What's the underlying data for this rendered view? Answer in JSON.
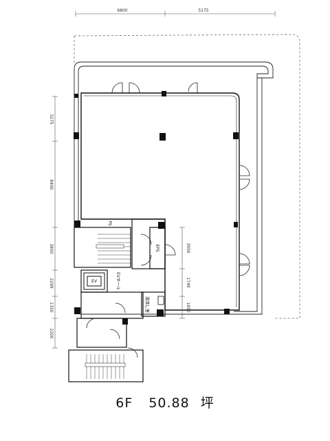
{
  "dimensions": {
    "top": [
      "6800",
      "5175"
    ],
    "left": [
      "3275",
      "8400",
      "3850",
      "2299",
      "1350",
      "2200"
    ],
    "inner": [
      "3950",
      "1749",
      "1850"
    ]
  },
  "rooms": {
    "ps": "PS",
    "eps": "EPS",
    "ev": "EV",
    "ev_hall": "EVホール",
    "kitchenette": "湯沸し室"
  },
  "caption": {
    "floor": "6F",
    "area": "50.88",
    "unit": "坪"
  }
}
